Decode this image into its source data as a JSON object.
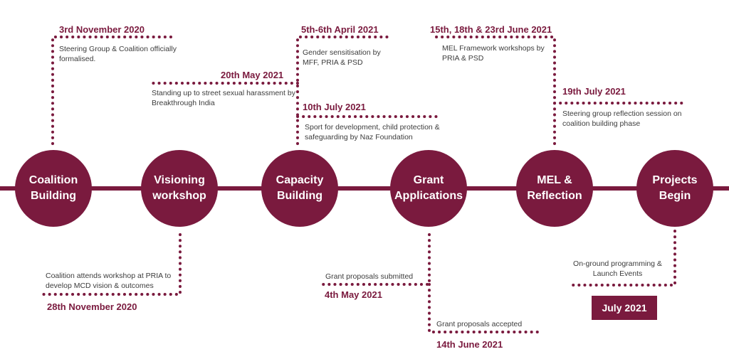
{
  "colors": {
    "accent": "#7a1a3e",
    "text": "#3c3c3c",
    "background": "#ffffff"
  },
  "stages": [
    {
      "line1": "Coalition",
      "line2": "Building"
    },
    {
      "line1": "Visioning",
      "line2": "workshop"
    },
    {
      "line1": "Capacity",
      "line2": "Building"
    },
    {
      "line1": "Grant",
      "line2": "Applications"
    },
    {
      "line1": "MEL &",
      "line2": "Reflection"
    },
    {
      "line1": "Projects",
      "line2": "Begin"
    }
  ],
  "events": [
    {
      "date": "3rd November 2020",
      "description": "Steering Group & Coalition officially formalised."
    },
    {
      "date": "28th November 2020",
      "description": "Coalition attends workshop at PRIA to develop MCD vision & outcomes"
    },
    {
      "date": "20th May 2021",
      "description": "Standing up to street sexual harassment by Breakthrough India"
    },
    {
      "date": "5th-6th April 2021",
      "description": "Gender sensitisation by MFF, PRIA & PSD"
    },
    {
      "date": "10th July 2021",
      "description": "Sport for development, child protection & safeguarding by Naz Foundation"
    },
    {
      "date": "4th May 2021",
      "description": "Grant proposals submitted"
    },
    {
      "date": "14th June 2021",
      "description": "Grant proposals accepted"
    },
    {
      "date": "15th, 18th & 23rd June 2021",
      "description": "MEL Framework workshops by PRIA & PSD"
    },
    {
      "date": "19th July 2021",
      "description": "Steering group reflection session on coalition building phase"
    },
    {
      "date": "July 2021",
      "description": "On-ground programming & Launch Events"
    }
  ]
}
